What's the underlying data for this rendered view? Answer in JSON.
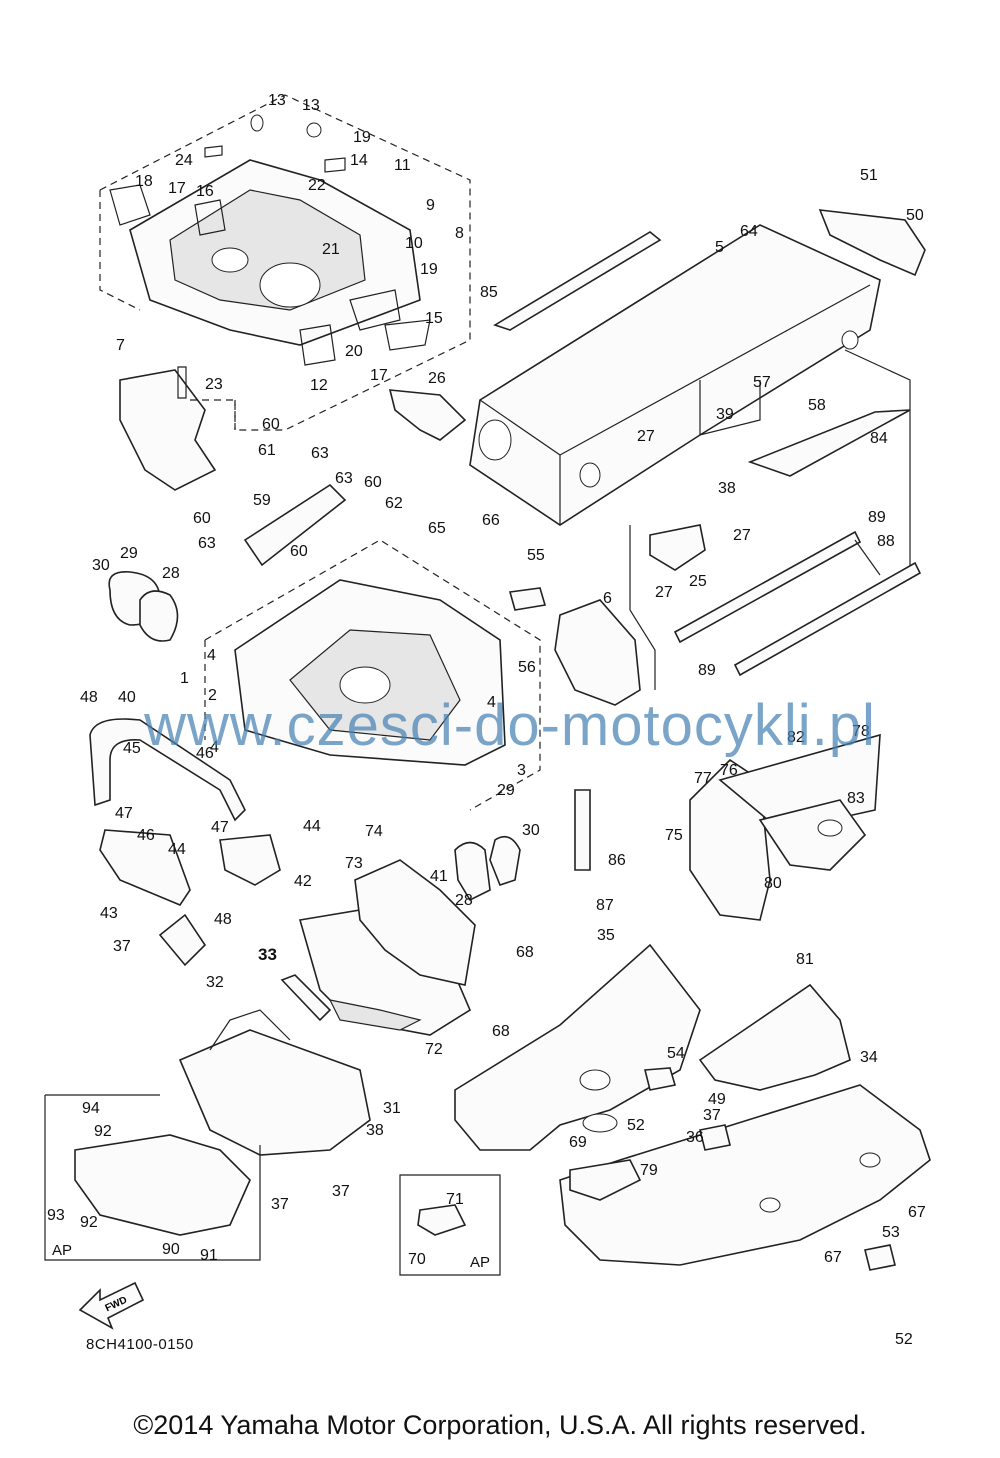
{
  "diagram": {
    "watermark": "www.czesci-do-motocykli.pl",
    "drawing_code": "8CH4100-0150",
    "copyright": "©2014 Yamaha Motor Corporation, U.S.A. All rights reserved.",
    "fwd_label": "FWD",
    "ap_left": "AP",
    "ap_right": "AP",
    "part_numbers": [
      "1",
      "2",
      "3",
      "4",
      "4",
      "4",
      "5",
      "6",
      "7",
      "8",
      "9",
      "10",
      "11",
      "12",
      "13",
      "13",
      "14",
      "15",
      "16",
      "17",
      "17",
      "18",
      "19",
      "19",
      "20",
      "21",
      "22",
      "23",
      "24",
      "25",
      "26",
      "27",
      "27",
      "27",
      "28",
      "28",
      "29",
      "29",
      "30",
      "30",
      "31",
      "32",
      "33",
      "34",
      "35",
      "36",
      "37",
      "37",
      "37",
      "37",
      "38",
      "38",
      "39",
      "40",
      "41",
      "42",
      "43",
      "44",
      "44",
      "45",
      "46",
      "46",
      "47",
      "47",
      "48",
      "48",
      "49",
      "50",
      "51",
      "52",
      "52",
      "53",
      "54",
      "55",
      "56",
      "57",
      "58",
      "59",
      "60",
      "60",
      "60",
      "60",
      "61",
      "62",
      "63",
      "63",
      "63",
      "64",
      "65",
      "66",
      "67",
      "67",
      "68",
      "68",
      "69",
      "70",
      "71",
      "72",
      "73",
      "74",
      "75",
      "76",
      "77",
      "78",
      "79",
      "80",
      "81",
      "82",
      "83",
      "84",
      "85",
      "86",
      "87",
      "88",
      "89",
      "89",
      "90",
      "91",
      "92",
      "92",
      "93",
      "94"
    ]
  }
}
